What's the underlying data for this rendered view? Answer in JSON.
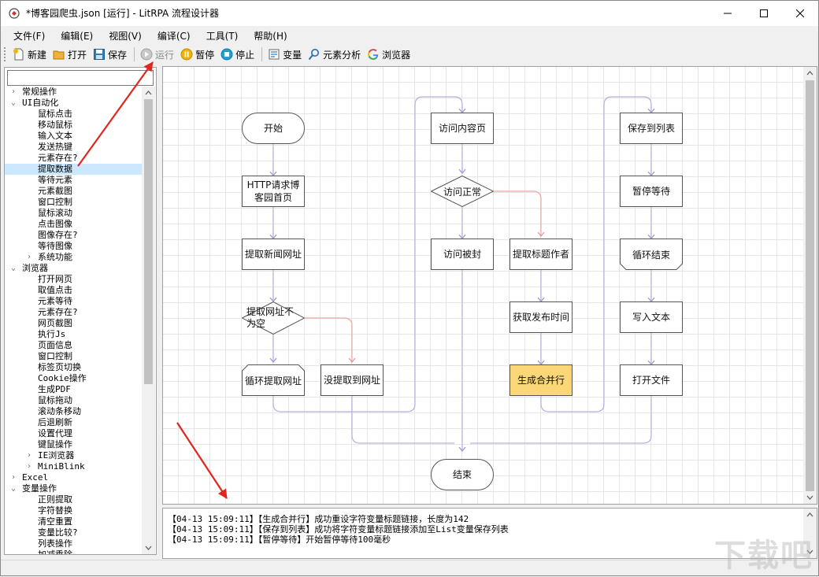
{
  "window": {
    "title": "*博客园爬虫.json [运行] - LitRPA 流程设计器"
  },
  "menu": [
    "文件(F)",
    "编辑(E)",
    "视图(V)",
    "编译(C)",
    "工具(T)",
    "帮助(H)"
  ],
  "toolbar": {
    "new": "新建",
    "open": "打开",
    "save": "保存",
    "run": "运行",
    "pause": "暂停",
    "stop": "停止",
    "variables": "变量",
    "element_analysis": "元素分析",
    "browser": "浏览器"
  },
  "search": {
    "value": ""
  },
  "tree": [
    {
      "label": "常规操作",
      "level": 0,
      "chevron": "›",
      "selected": false
    },
    {
      "label": "UI自动化",
      "level": 0,
      "chevron": "⌄",
      "selected": false
    },
    {
      "label": "鼠标点击",
      "level": 2,
      "chevron": "",
      "selected": false
    },
    {
      "label": "移动鼠标",
      "level": 2,
      "chevron": "",
      "selected": false
    },
    {
      "label": "输入文本",
      "level": 2,
      "chevron": "",
      "selected": false
    },
    {
      "label": "发送热键",
      "level": 2,
      "chevron": "",
      "selected": false
    },
    {
      "label": "元素存在?",
      "level": 2,
      "chevron": "",
      "selected": false
    },
    {
      "label": "提取数据",
      "level": 2,
      "chevron": "",
      "selected": true
    },
    {
      "label": "等待元素",
      "level": 2,
      "chevron": "",
      "selected": false
    },
    {
      "label": "元素截图",
      "level": 2,
      "chevron": "",
      "selected": false
    },
    {
      "label": "窗口控制",
      "level": 2,
      "chevron": "",
      "selected": false
    },
    {
      "label": "鼠标滚动",
      "level": 2,
      "chevron": "",
      "selected": false
    },
    {
      "label": "点击图像",
      "level": 2,
      "chevron": "",
      "selected": false
    },
    {
      "label": "图像存在?",
      "level": 2,
      "chevron": "",
      "selected": false
    },
    {
      "label": "等待图像",
      "level": 2,
      "chevron": "",
      "selected": false
    },
    {
      "label": "系统功能",
      "level": 1,
      "chevron": "›",
      "selected": false
    },
    {
      "label": "浏览器",
      "level": 0,
      "chevron": "⌄",
      "selected": false
    },
    {
      "label": "打开网页",
      "level": 2,
      "chevron": "",
      "selected": false
    },
    {
      "label": "取值点击",
      "level": 2,
      "chevron": "",
      "selected": false
    },
    {
      "label": "元素等待",
      "level": 2,
      "chevron": "",
      "selected": false
    },
    {
      "label": "元素存在?",
      "level": 2,
      "chevron": "",
      "selected": false
    },
    {
      "label": "网页截图",
      "level": 2,
      "chevron": "",
      "selected": false
    },
    {
      "label": "执行Js",
      "level": 2,
      "chevron": "",
      "selected": false
    },
    {
      "label": "页面信息",
      "level": 2,
      "chevron": "",
      "selected": false
    },
    {
      "label": "窗口控制",
      "level": 2,
      "chevron": "",
      "selected": false
    },
    {
      "label": "标签页切换",
      "level": 2,
      "chevron": "",
      "selected": false
    },
    {
      "label": "Cookie操作",
      "level": 2,
      "chevron": "",
      "selected": false
    },
    {
      "label": "生成PDF",
      "level": 2,
      "chevron": "",
      "selected": false
    },
    {
      "label": "鼠标拖动",
      "level": 2,
      "chevron": "",
      "selected": false
    },
    {
      "label": "滚动条移动",
      "level": 2,
      "chevron": "",
      "selected": false
    },
    {
      "label": "后退刷新",
      "level": 2,
      "chevron": "",
      "selected": false
    },
    {
      "label": "设置代理",
      "level": 2,
      "chevron": "",
      "selected": false
    },
    {
      "label": "键鼠操作",
      "level": 2,
      "chevron": "",
      "selected": false
    },
    {
      "label": "IE浏览器",
      "level": 1,
      "chevron": "›",
      "selected": false
    },
    {
      "label": "MiniBlink",
      "level": 1,
      "chevron": "›",
      "selected": false
    },
    {
      "label": "Excel",
      "level": 0,
      "chevron": "›",
      "selected": false
    },
    {
      "label": "变量操作",
      "level": 0,
      "chevron": "⌄",
      "selected": false
    },
    {
      "label": "正则提取",
      "level": 2,
      "chevron": "",
      "selected": false
    },
    {
      "label": "字符替换",
      "level": 2,
      "chevron": "",
      "selected": false
    },
    {
      "label": "清空重置",
      "level": 2,
      "chevron": "",
      "selected": false
    },
    {
      "label": "变量比较?",
      "level": 2,
      "chevron": "",
      "selected": false
    },
    {
      "label": "列表操作",
      "level": 2,
      "chevron": "",
      "selected": false
    },
    {
      "label": "加减乘除",
      "level": 2,
      "chevron": "",
      "selected": false
    }
  ],
  "flow": {
    "start": "开始",
    "http_request": "HTTP请求博客园首页",
    "extract_urls": "提取新闻网址",
    "urls_empty": "提取网址不为空",
    "loop_urls": "循环提取网址",
    "no_urls": "没提取到网址",
    "visit_page": "访问内容页",
    "visit_ok": "访问正常",
    "blocked": "访问被封",
    "extract_title": "提取标题作者",
    "get_time": "获取发布时间",
    "merge_row": "生成合并行",
    "save_list": "保存到列表",
    "pause_wait": "暂停等待",
    "loop_end": "循环结束",
    "write_text": "写入文本",
    "open_file": "打开文件",
    "end": "结束"
  },
  "log": [
    "【04-13 15:09:11】【生成合并行】成功重设字符变量标题链接，长度为142",
    "【04-13 15:09:11】【保存到列表】成功将字符变量标题链接添加至List变量保存列表",
    "【04-13 15:09:11】【暂停等待】开始暂停等待100毫秒"
  ],
  "watermark": "下载吧",
  "colors": {
    "active_node": "#fcd778",
    "flow_line": "#b3b3e0",
    "branch_line": "#f0a8a0",
    "annotation_arrow": "#e0261f",
    "selected_tree": "#cce8ff"
  }
}
